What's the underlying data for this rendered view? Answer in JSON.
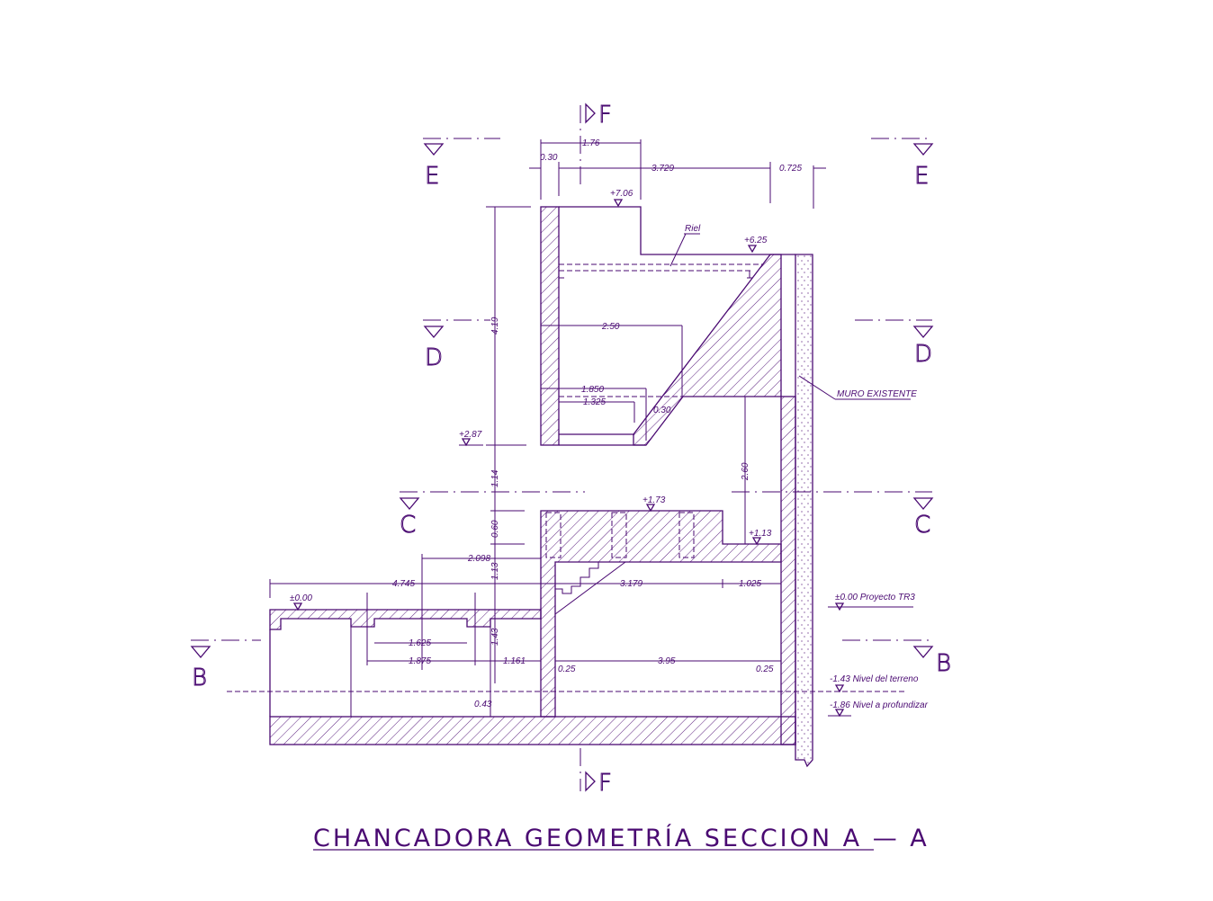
{
  "title": "CHANCADORA GEOMETRÍA SECCION A — A",
  "section_marks": {
    "e": "E",
    "d": "D",
    "c": "C",
    "b": "B",
    "f": "F"
  },
  "levels": {
    "top": "+7.06",
    "rail_top": "+6.25",
    "upper_bottom": "+2.87",
    "middle_top": "+1.73",
    "middle_step": "+1.13",
    "zero": "±0.00",
    "zero_project": "±0.00 Proyecto TR3",
    "terrain": "-1.43 Nivel del terreno",
    "deepen": "-1.86 Nivel a profundizar"
  },
  "labels": {
    "rail": "Riel",
    "existing_wall": "MURO EXISTENTE"
  },
  "dimensions": {
    "d176": "1.76",
    "d030a": "0.30",
    "d3729": "3.729",
    "d0725": "0.725",
    "d419": "4.19",
    "d250": "2.50",
    "d1850": "1.850",
    "d1325": "1.325",
    "d030b": "0.30",
    "d114": "1.14",
    "d260": "2.60",
    "d060": "0.60",
    "d2098": "2.098",
    "d113": "1.13",
    "d4745": "4.745",
    "d3179": "3.179",
    "d1025": "1.025",
    "d1625": "1.625",
    "d1875": "1.875",
    "d1161": "1.161",
    "d143": "1.43",
    "d395": "3.95",
    "d025a": "0.25",
    "d025b": "0.25",
    "d043": "0.43"
  },
  "colors": {
    "line": "#4a0a72",
    "background": "#ffffff"
  }
}
